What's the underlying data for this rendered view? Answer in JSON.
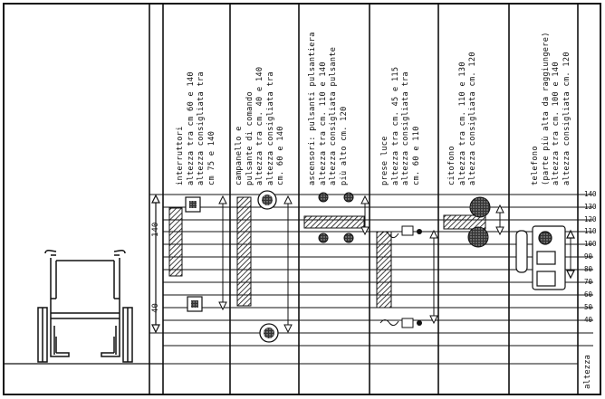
{
  "columns": [
    {
      "id": "interruttori",
      "lines": [
        "interruttori",
        "altezza tra cm 60 e 140",
        "altezza consigliata tra",
        "cm 75 e 140"
      ]
    },
    {
      "id": "campanello",
      "lines": [
        "campanello e",
        "pulsante di comando",
        "altezza tra cm. 40 e 140",
        "altezza consigliata tra",
        "cm. 60 e 140"
      ]
    },
    {
      "id": "ascensori",
      "lines": [
        "ascensori: pulsanti pulsantiera",
        "altezza tra cm. 110 e 140",
        "altezza consigliata pulsante",
        "più alto cm. 120"
      ]
    },
    {
      "id": "prese",
      "lines": [
        "prese luce",
        "altezza tra cm. 45 e 115",
        "altezza consigliata tra",
        "cm. 60 e 110"
      ]
    },
    {
      "id": "citofono",
      "lines": [
        "citofono",
        "altezza tra cm. 110 e 130",
        "altezza consigliata cm. 120"
      ]
    },
    {
      "id": "telefono",
      "lines": [
        "telefono",
        "(parte più alta da raggiungere)",
        "altezza tra cm. 100 e 140",
        "altezza consigliata cm. 120"
      ]
    }
  ],
  "scale": {
    "label": "altezza",
    "ticks": [
      "140",
      "130",
      "120",
      "110",
      "100",
      "90",
      "80",
      "70",
      "60",
      "50",
      "40"
    ]
  },
  "side_marks": [
    "140",
    "40"
  ],
  "colors": {
    "ink": "#111111",
    "paper": "#ffffff"
  }
}
